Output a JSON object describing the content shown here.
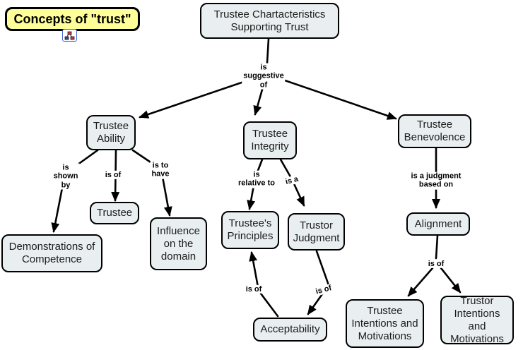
{
  "colors": {
    "background": "#ffffff",
    "node_fill": "#e9eff1",
    "node_border": "#000000",
    "title_fill": "#ffff99",
    "line": "#000000"
  },
  "title": {
    "label": "Concepts of \"trust\"",
    "icon": "concept-map-icon"
  },
  "nodes": {
    "root": "Trustee Chartacteristics\nSupporting Trust",
    "ability": "Trustee\nAbility",
    "integrity": "Trustee\nIntegrity",
    "benevolence": "Trustee\nBenevolence",
    "demonstrations": "Demonstrations of\nCompetence",
    "trustee": "Trustee",
    "influence": "Influence\non the\ndomain",
    "principles": "Trustee's\nPrinciples",
    "judgment": "Trustor\nJudgment",
    "acceptability": "Acceptability",
    "alignment": "Alignment",
    "trustee_intentions": "Trustee\nIntentions and\nMotivations",
    "trustor_intentions": "Trustor\nIntentions and\nMotivations"
  },
  "links": {
    "suggestive": "is\nsuggestive\nof",
    "shown_by": "is\nshown\nby",
    "is_of_ability": "is of",
    "is_to_have": "is to\nhave",
    "is_relative_to": "is\nrelative to",
    "is_a": "is a",
    "is_a_judgment": "is a judgment\nbased on",
    "is_of_alignment": "is of",
    "is_of_acceptability_left": "is of",
    "is_of_acceptability_right": "is of"
  }
}
